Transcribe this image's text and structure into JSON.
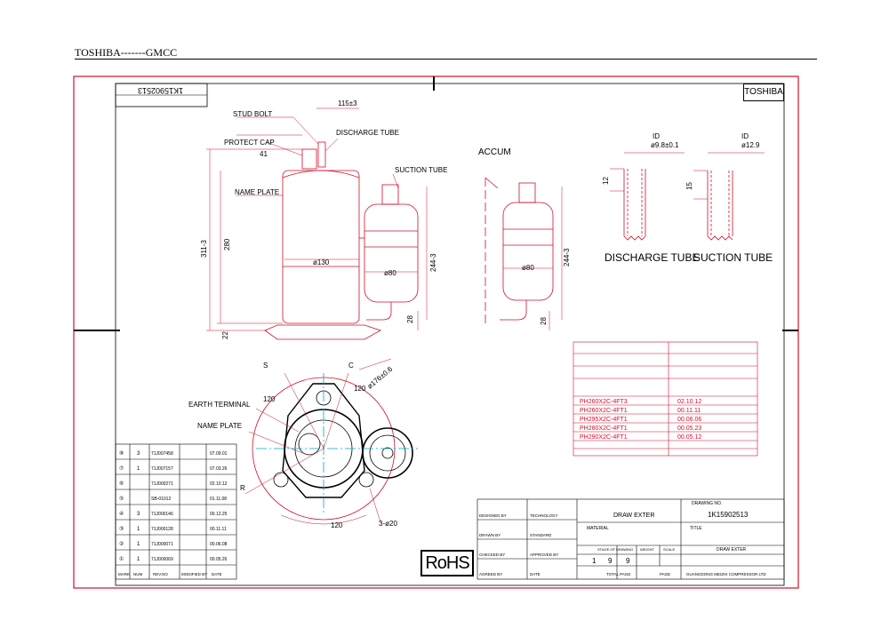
{
  "header": {
    "text": "TOSHIBA-------GMCC"
  },
  "logo": {
    "brand": "TOSHIBA"
  },
  "drawing_no_box": "1K15902513",
  "labels": {
    "stud_bolt": "STUD BOLT",
    "protect_cap": "PROTECT CAP",
    "name_plate": "NAME PLATE",
    "discharge_tube": "DISCHARGE TUBE",
    "suction_tube": "SUCTION TUBE",
    "accum": "ACCUM",
    "earth_terminal": "EARTH TERMINAL",
    "name_plate2": "NAME PLATE",
    "discharge_tube_big": "DISCHARGE TUBE",
    "suction_tube_big": "SUCTION TUBE"
  },
  "dims": {
    "d115": "115±3",
    "d41": "41",
    "d311": "311-3",
    "d280": "280",
    "d22": "22",
    "d130": "ø130",
    "d80": "ø80",
    "d244": "244-3",
    "d28": "28",
    "d80b": "ø80",
    "d244b": "244-3",
    "d28b": "28",
    "id1": "ID",
    "id1v": "ø9.8±0.1",
    "id2": "ID",
    "id2v": "ø12.9",
    "d12": "12",
    "d15": "15",
    "a120a": "120",
    "a120b": "120",
    "a120c": "120",
    "d176": "ø176±0.6",
    "s": "S",
    "c": "C",
    "r": "R",
    "holes": "3-ø20"
  },
  "models": [
    {
      "model": "PH260X2C-4FT3",
      "date": "02.10.12"
    },
    {
      "model": "PH260X2C-4FT1",
      "date": "00.11.11"
    },
    {
      "model": "PH295X2C-4FT1",
      "date": "00.06.06"
    },
    {
      "model": "PH280X2C-4FT1",
      "date": "00.05.23"
    },
    {
      "model": "PH290X2C-4FT1",
      "date": "00.05.12"
    }
  ],
  "revisions": [
    {
      "mark": "⑧",
      "qty": "3",
      "no": "71J007458",
      "date": "07.09.01"
    },
    {
      "mark": "⑦",
      "qty": "1",
      "no": "71J007157",
      "date": "07.03.26"
    },
    {
      "mark": "⑥",
      "qty": "",
      "no": "71J000271",
      "date": "02.10.12"
    },
    {
      "mark": "⑤",
      "qty": "",
      "no": "SB-01012",
      "date": "01.11.08"
    },
    {
      "mark": "④",
      "qty": "3",
      "no": "71J000146",
      "date": "00.12.25"
    },
    {
      "mark": "③",
      "qty": "1",
      "no": "71J000128",
      "date": "00.11.11"
    },
    {
      "mark": "②",
      "qty": "1",
      "no": "71J000071",
      "date": "00.06.08"
    },
    {
      "mark": "①",
      "qty": "1",
      "no": "71J000069",
      "date": "00.05.26"
    }
  ],
  "rev_head": {
    "mark": "MARK",
    "qty": "NUM",
    "no": "REV.NO",
    "by": "MODIFIED BY",
    "date": "DATE"
  },
  "title_block": {
    "designed_by": "DESIGNED BY",
    "technology": "TECHNOLOGY",
    "drawn_by": "DRAWN BY",
    "standard": "STANDARD",
    "checked_by": "CHECKED BY",
    "approved_by": "APPROVED BY",
    "agreed_by": "AGREED BY",
    "date": "DATE",
    "draw_exter_top": "DRAW EXTER",
    "drawing_no_label": "DRAWING NO.",
    "drawing_no": "1K15902513",
    "material_label": "MATERIAL",
    "title_label": "TITLE",
    "title": "DRAW EXTER",
    "stage_label": "STAGE OF DRAWING",
    "weight_label": "WEIGHT",
    "scale_label": "SCALE",
    "stage1": "1",
    "stage2": "9",
    "stage3": "9",
    "total_page": "TOTAL PAGE",
    "page": "PAGE",
    "company": "GUANGDONG MEIZHI COMPRESSOR LTD"
  },
  "rohs": "RoHS"
}
